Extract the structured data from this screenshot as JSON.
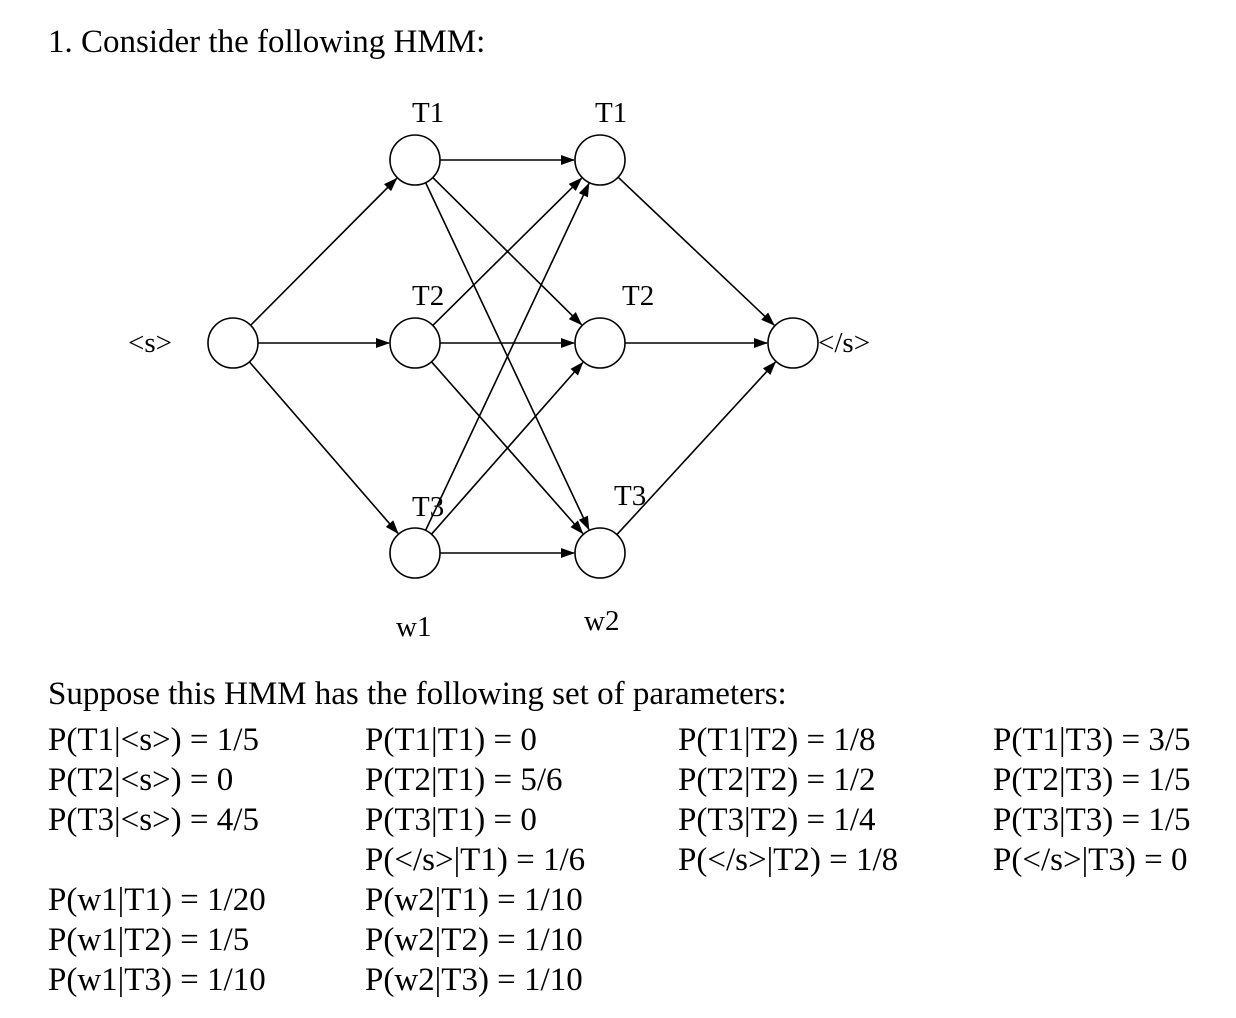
{
  "heading": "1. Consider the following HMM:",
  "diagram": {
    "start_label": "<s>",
    "end_label": "</s>",
    "col1_labels": [
      "T1",
      "T2",
      "T3"
    ],
    "col2_labels": [
      "T1",
      "T2",
      "T3"
    ],
    "word1": "w1",
    "word2": "w2"
  },
  "params_intro": "Suppose this HMM has the following set of parameters:",
  "params": {
    "start": [
      "P(T1|<s>) = 1/5",
      "P(T2|<s>) = 0",
      "P(T3|<s>) = 4/5"
    ],
    "from_t1": [
      "P(T1|T1) = 0",
      "P(T2|T1) = 5/6",
      "P(T3|T1) = 0",
      "P(</s>|T1) = 1/6"
    ],
    "from_t2": [
      "P(T1|T2) = 1/8",
      "P(T2|T2) = 1/2",
      "P(T3|T2) = 1/4",
      "P(</s>|T2) = 1/8"
    ],
    "from_t3": [
      "P(T1|T3) = 3/5",
      "P(T2|T3) = 1/5",
      "P(T3|T3) = 1/5",
      "P(</s>|T3) = 0"
    ],
    "emit_w1": [
      "P(w1|T1) = 1/20",
      "P(w1|T2) = 1/5",
      "P(w1|T3) = 1/10"
    ],
    "emit_w2": [
      "P(w2|T1) = 1/10",
      "P(w2|T2) = 1/10",
      "P(w2|T3) = 1/10"
    ]
  }
}
